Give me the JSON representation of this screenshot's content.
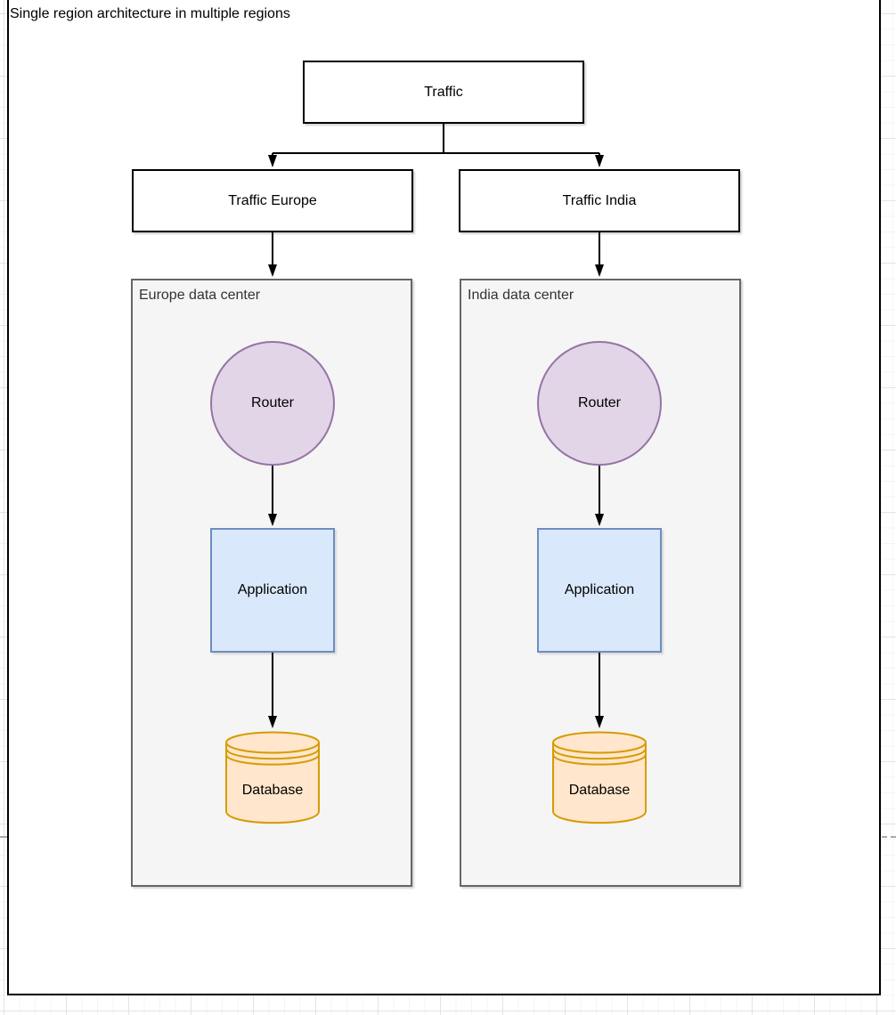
{
  "page": {
    "title": "Single region architecture in multiple regions"
  },
  "nodes": {
    "traffic": {
      "label": "Traffic"
    },
    "traffic_europe": {
      "label": "Traffic Europe"
    },
    "traffic_india": {
      "label": "Traffic India"
    }
  },
  "regions": [
    {
      "label": "Europe data center",
      "router": {
        "label": "Router"
      },
      "application": {
        "label": "Application"
      },
      "database": {
        "label": "Database"
      }
    },
    {
      "label": "India data center",
      "router": {
        "label": "Router"
      },
      "application": {
        "label": "Application"
      },
      "database": {
        "label": "Database"
      }
    }
  ],
  "colors": {
    "page_background": "#ffffff",
    "shape_fill": "#ffffff",
    "shape_border": "#000000",
    "container_fill": "#f5f5f5",
    "container_border": "#666666",
    "router_fill": "#e1d5e7",
    "router_border": "#9673a6",
    "application_fill": "#dae8fc",
    "application_border": "#6c8ebf",
    "database_fill": "#ffe6cc",
    "database_border": "#d79b00",
    "connector": "#000000"
  }
}
